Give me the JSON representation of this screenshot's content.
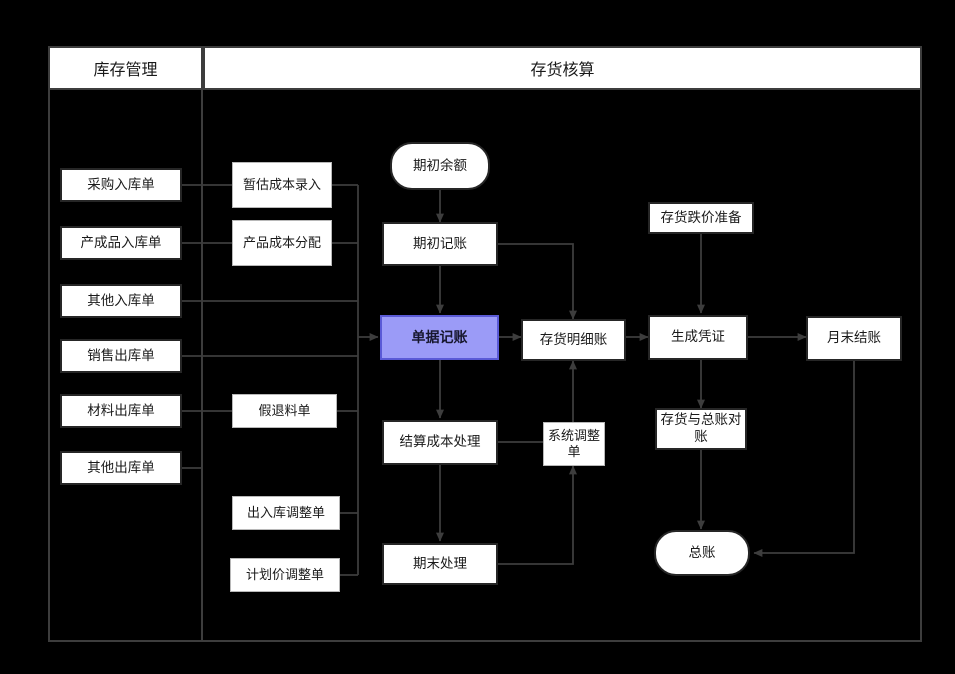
{
  "header": {
    "left_title": "库存管理",
    "right_title": "存货核算"
  },
  "colors": {
    "highlight_fill": "#9b9bf7",
    "highlight_border": "#5a5ad6",
    "node_border": "#262626",
    "frame_border": "#3d3d3d",
    "wire": "#3d3d3d",
    "background": "#000000",
    "node_fill": "#ffffff"
  },
  "chart_data": {
    "type": "diagram",
    "title": "存货核算流程图",
    "nodes": [
      {
        "id": "purchase_in",
        "label": "采购入库单",
        "shape": "rect",
        "lane": "库存管理"
      },
      {
        "id": "finished_in",
        "label": "产成品入库单",
        "shape": "rect",
        "lane": "库存管理"
      },
      {
        "id": "other_in",
        "label": "其他入库单",
        "shape": "rect",
        "lane": "库存管理"
      },
      {
        "id": "sales_out",
        "label": "销售出库单",
        "shape": "rect",
        "lane": "库存管理"
      },
      {
        "id": "material_out",
        "label": "材料出库单",
        "shape": "rect",
        "lane": "库存管理"
      },
      {
        "id": "other_out",
        "label": "其他出库单",
        "shape": "rect",
        "lane": "库存管理"
      },
      {
        "id": "est_cost",
        "label": "暂估成本录入",
        "shape": "rect-thin",
        "lane": "存货核算"
      },
      {
        "id": "prod_cost",
        "label": "产品成本分配",
        "shape": "rect-thin",
        "lane": "存货核算"
      },
      {
        "id": "fake_return",
        "label": "假退料单",
        "shape": "rect-thin",
        "lane": "存货核算"
      },
      {
        "id": "io_adjust",
        "label": "出入库调整单",
        "shape": "rect-thin",
        "lane": "存货核算"
      },
      {
        "id": "plan_adjust",
        "label": "计划价调整单",
        "shape": "rect-thin",
        "lane": "存货核算"
      },
      {
        "id": "open_balance",
        "label": "期初余额",
        "shape": "rounded",
        "lane": "存货核算"
      },
      {
        "id": "open_post",
        "label": "期初记账",
        "shape": "rect",
        "lane": "存货核算"
      },
      {
        "id": "doc_post",
        "label": "单据记账",
        "shape": "rect",
        "lane": "存货核算",
        "highlighted": true
      },
      {
        "id": "detail_ledger",
        "label": "存货明细账",
        "shape": "rect",
        "lane": "存货核算"
      },
      {
        "id": "settle_cost",
        "label": "结算成本处理",
        "shape": "rect",
        "lane": "存货核算"
      },
      {
        "id": "sys_adjust",
        "label": "系统调整单",
        "shape": "rect-thin",
        "lane": "存货核算"
      },
      {
        "id": "period_end",
        "label": "期末处理",
        "shape": "rect",
        "lane": "存货核算"
      },
      {
        "id": "impairment",
        "label": "存货跌价准备",
        "shape": "rect",
        "lane": "存货核算"
      },
      {
        "id": "gen_voucher",
        "label": "生成凭证",
        "shape": "rect",
        "lane": "存货核算"
      },
      {
        "id": "recon_gl",
        "label": "存货与总账对账",
        "shape": "rect",
        "lane": "存货核算"
      },
      {
        "id": "month_close",
        "label": "月末结账",
        "shape": "rect",
        "lane": "存货核算"
      },
      {
        "id": "general_ledger",
        "label": "总账",
        "shape": "rounded",
        "lane": "存货核算"
      }
    ],
    "edges": [
      {
        "from": "purchase_in",
        "to": "est_cost",
        "arrow": false
      },
      {
        "from": "finished_in",
        "to": "prod_cost",
        "arrow": false
      },
      {
        "from": "est_cost",
        "to": "doc_post",
        "arrow": true
      },
      {
        "from": "prod_cost",
        "to": "doc_post",
        "arrow": true
      },
      {
        "from": "other_in",
        "to": "doc_post",
        "arrow": true
      },
      {
        "from": "sales_out",
        "to": "doc_post",
        "arrow": true
      },
      {
        "from": "material_out",
        "to": "fake_return",
        "arrow": false
      },
      {
        "from": "fake_return",
        "to": "doc_post",
        "arrow": true
      },
      {
        "from": "other_out",
        "to": "doc_post",
        "arrow": true
      },
      {
        "from": "io_adjust",
        "to": "doc_post",
        "arrow": true
      },
      {
        "from": "plan_adjust",
        "to": "doc_post",
        "arrow": true
      },
      {
        "from": "open_balance",
        "to": "open_post",
        "arrow": true
      },
      {
        "from": "open_post",
        "to": "doc_post",
        "arrow": true
      },
      {
        "from": "open_post",
        "to": "detail_ledger",
        "arrow": true
      },
      {
        "from": "doc_post",
        "to": "detail_ledger",
        "arrow": true
      },
      {
        "from": "doc_post",
        "to": "settle_cost",
        "arrow": true
      },
      {
        "from": "settle_cost",
        "to": "sys_adjust",
        "arrow": false
      },
      {
        "from": "sys_adjust",
        "to": "detail_ledger",
        "arrow": true
      },
      {
        "from": "period_end",
        "to": "sys_adjust",
        "arrow": true
      },
      {
        "from": "settle_cost",
        "to": "period_end",
        "arrow": true
      },
      {
        "from": "detail_ledger",
        "to": "gen_voucher",
        "arrow": true
      },
      {
        "from": "impairment",
        "to": "gen_voucher",
        "arrow": true
      },
      {
        "from": "gen_voucher",
        "to": "month_close",
        "arrow": true
      },
      {
        "from": "gen_voucher",
        "to": "recon_gl",
        "arrow": true
      },
      {
        "from": "recon_gl",
        "to": "general_ledger",
        "arrow": true
      },
      {
        "from": "month_close",
        "to": "general_ledger",
        "arrow": true
      }
    ]
  }
}
